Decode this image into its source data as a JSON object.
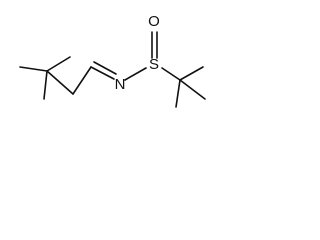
{
  "molecule": {
    "atoms": {
      "oxygen": "O",
      "sulfur": "S",
      "nitrogen": "N"
    },
    "colors": {
      "bond": "#111111",
      "background": "#ffffff"
    }
  }
}
